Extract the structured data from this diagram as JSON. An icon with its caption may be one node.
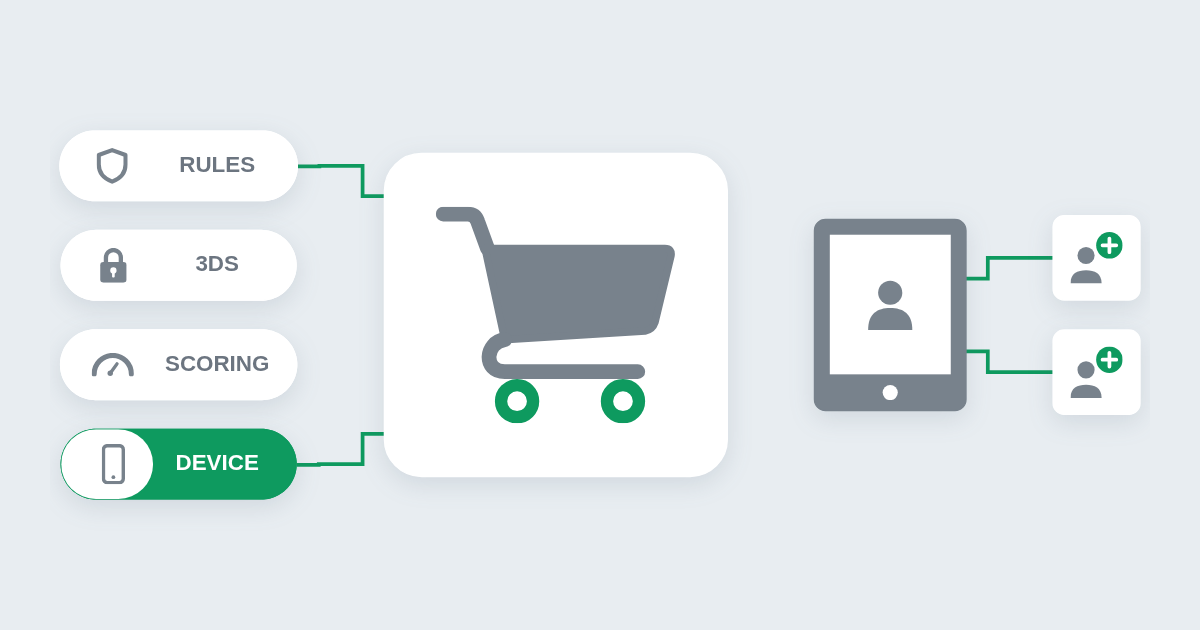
{
  "diagram": {
    "nodes": [
      {
        "text": [
          "RULES"
        ]
      },
      {
        "text": [
          "3DS"
        ]
      },
      {
        "text": [
          "SCORING"
        ]
      },
      {
        "text": [
          "DEVICE"
        ]
      },
      {
        "text": [],
        "shape": "picture"
      },
      {
        "text": [],
        "shape": "picture"
      },
      {
        "text": [],
        "shape": "picture"
      },
      {
        "text": [],
        "shape": "picture"
      }
    ],
    "edges": [
      {
        "from": 0,
        "to": 4,
        "arrow": "none"
      },
      {
        "from": 3,
        "to": 4,
        "arrow": "none"
      },
      {
        "from": 5,
        "to": 6,
        "arrow": "none"
      },
      {
        "from": 5,
        "to": 7,
        "arrow": "none"
      }
    ]
  }
}
